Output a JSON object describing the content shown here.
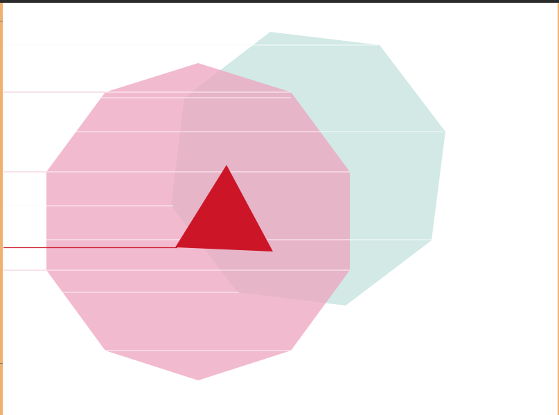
{
  "canvas": {
    "background": "#ffffff",
    "frame_top_color": "#2b2b2b",
    "frame_side_color": "#f0b070"
  },
  "shapes": {
    "teal_polygon": {
      "kind": "octagon",
      "fill": "#bfe0da",
      "opacity": 0.7
    },
    "pink_polygon": {
      "kind": "decagon",
      "fill": "#eda3bd",
      "opacity": 0.75
    },
    "red_triangle": {
      "kind": "triangle",
      "fill": "#cc1628"
    }
  },
  "guides": {
    "teal_line_color": "#c8e6e2",
    "pink_line_color": "#e8a8be",
    "red_line_color": "#cc1628",
    "white_line_color": "#ffffff"
  }
}
